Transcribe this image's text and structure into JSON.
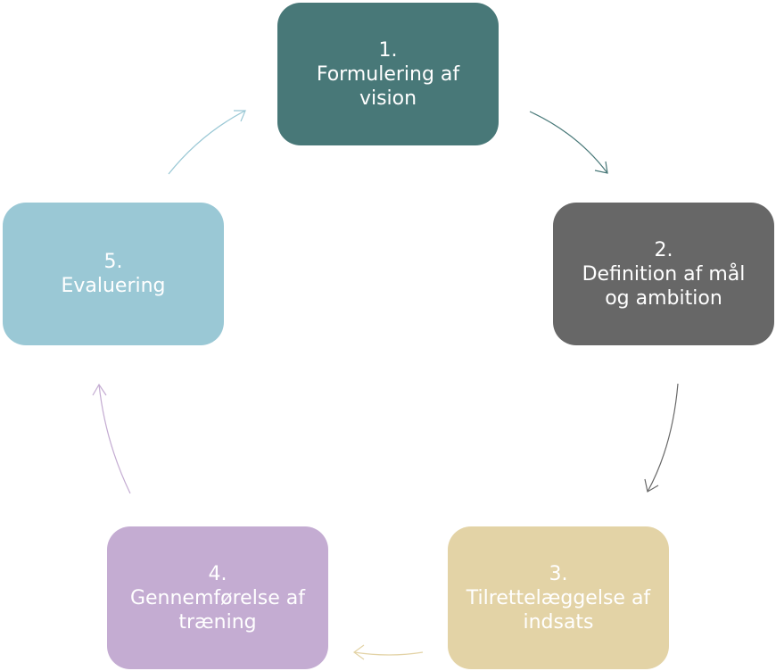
{
  "steps": [
    {
      "number": "1.",
      "line1": "Formulering af",
      "line2": "vision",
      "color": "#487878"
    },
    {
      "number": "2.",
      "line1": "Definition af mål",
      "line2": "og ambition",
      "color": "#676767"
    },
    {
      "number": "3.",
      "line1": "Tilrettelæggelse af",
      "line2": "indsats",
      "color": "#e3d3a6"
    },
    {
      "number": "4.",
      "line1": "Gennemførelse af",
      "line2": "træning",
      "color": "#c4acd2"
    },
    {
      "number": "5.",
      "line1": "Evaluering",
      "line2": "",
      "color": "#9ac8d5"
    }
  ],
  "arrow_colors": [
    "#487878",
    "#676767",
    "#e3d3a6",
    "#c4acd2",
    "#9ac8d5"
  ]
}
